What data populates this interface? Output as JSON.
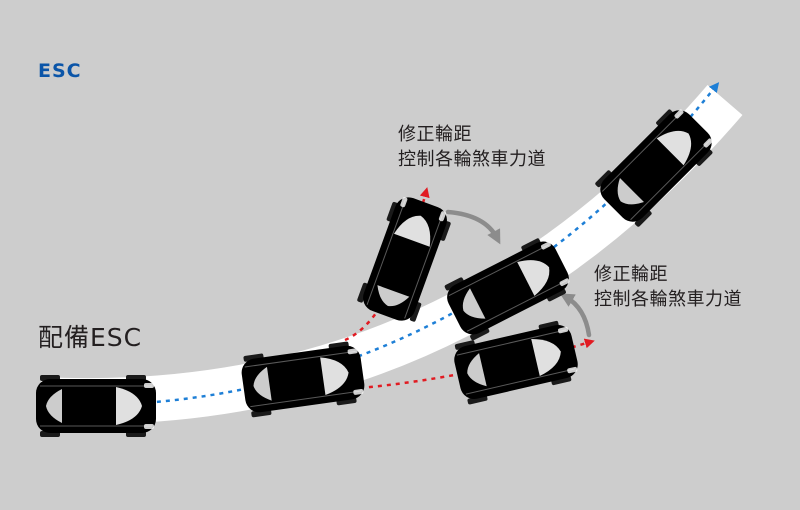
{
  "brand_label": "ESC",
  "caption": "配備ESC",
  "corrections": [
    {
      "line1": "修正輪距",
      "line2": "控制各輪煞車力道"
    },
    {
      "line1": "修正輪距",
      "line2": "控制各輪煞車力道"
    }
  ],
  "colors": {
    "background": "#cdcdcd",
    "road": "#ffffff",
    "stable_car": "#4d6f6b",
    "drifting_car": "#e8266f",
    "stable_path": "#1e7fd6",
    "drift_path": "#e11b22",
    "correction_arrow": "#8c8c8c",
    "brand_text": "#0b55a8",
    "text": "#231f20"
  },
  "icons": {
    "stable_car": "car-top-view-icon",
    "drifting_car": "car-top-view-icon",
    "correction": "curved-arrow-icon"
  }
}
